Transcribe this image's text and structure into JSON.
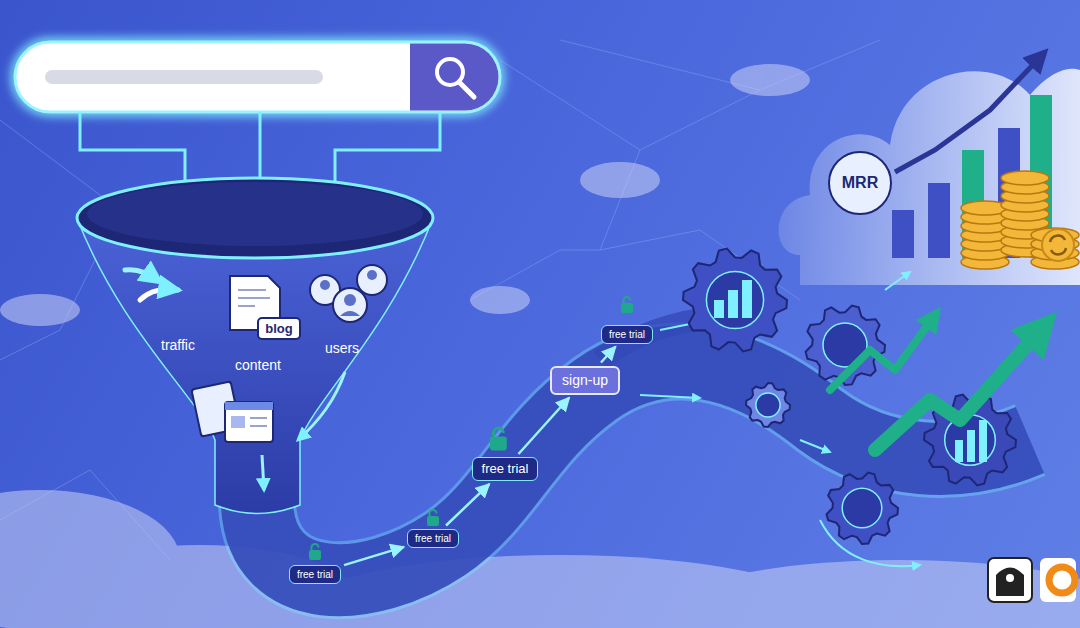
{
  "diagram": {
    "nodes": [
      {
        "text": [
          "blog"
        ]
      },
      {
        "text": [
          "free trial"
        ]
      },
      {
        "text": [
          "free trial"
        ]
      },
      {
        "text": [
          "free trial"
        ]
      },
      {
        "text": [
          "sign-up"
        ]
      },
      {
        "text": [
          "free trial"
        ]
      },
      {
        "text": [
          "MRR"
        ]
      }
    ],
    "edges": [
      {
        "from": 1,
        "to": 2,
        "arrow": "to"
      },
      {
        "from": 2,
        "to": 3,
        "arrow": "to"
      },
      {
        "from": 3,
        "to": 4,
        "arrow": "to"
      },
      {
        "from": 4,
        "to": 5,
        "arrow": "to"
      }
    ],
    "labels": [
      "traffic",
      "content",
      "users"
    ]
  }
}
